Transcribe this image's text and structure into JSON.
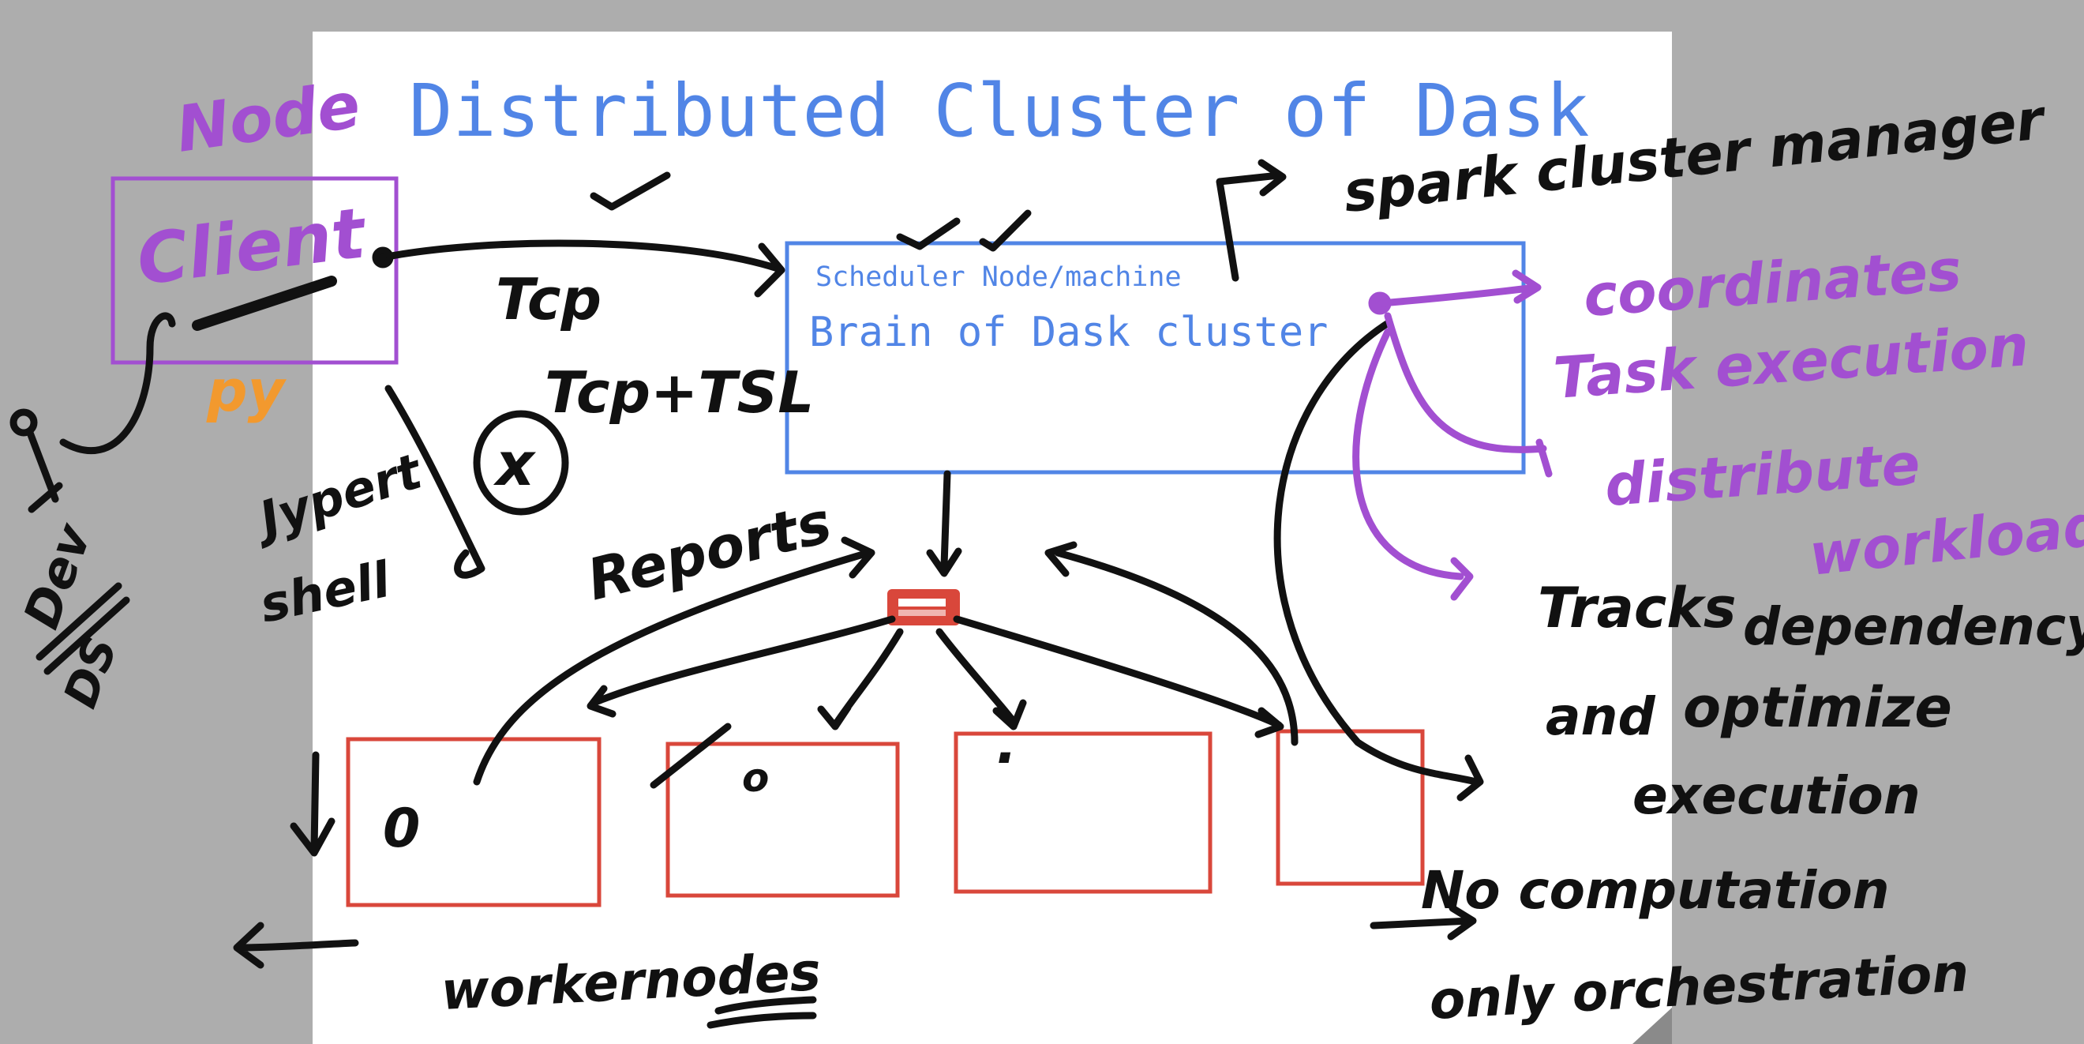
{
  "slide": {
    "title": "Distributed Cluster of Dask"
  },
  "scheduler": {
    "caption": "Scheduler Node/machine",
    "description": "Brain of Dask cluster"
  },
  "annotations": {
    "node": "Node",
    "client": "Client",
    "py": "py",
    "dev": "Dev",
    "ds": "DS",
    "jupyter": "Jypert",
    "shell": "shell",
    "x_mark": "x",
    "tcp": "Tcp",
    "tcp_tsl": "Tcp+TSL",
    "reports": "Reports",
    "spark_cluster_manager": "spark cluster manager",
    "coordinates": "coordinates",
    "task_execution": "Task execution",
    "distribute": "distribute",
    "workload": "workload",
    "tracks": "Tracks",
    "dependency": "dependency",
    "and": "and",
    "optimize": "optimize",
    "execution": "execution",
    "no_computation": "No computation",
    "only_orchestration": "only orchestration",
    "worker_nodes": "workernodes",
    "worker_marks": [
      "0",
      "o",
      "."
    ]
  },
  "colors": {
    "slide_bg": "#ffffff",
    "page_bg": "#adadad",
    "blue": "#5185e6",
    "red": "#d9473b",
    "purple": "#a24fd1",
    "orange": "#f2992e",
    "ink": "#111111"
  }
}
